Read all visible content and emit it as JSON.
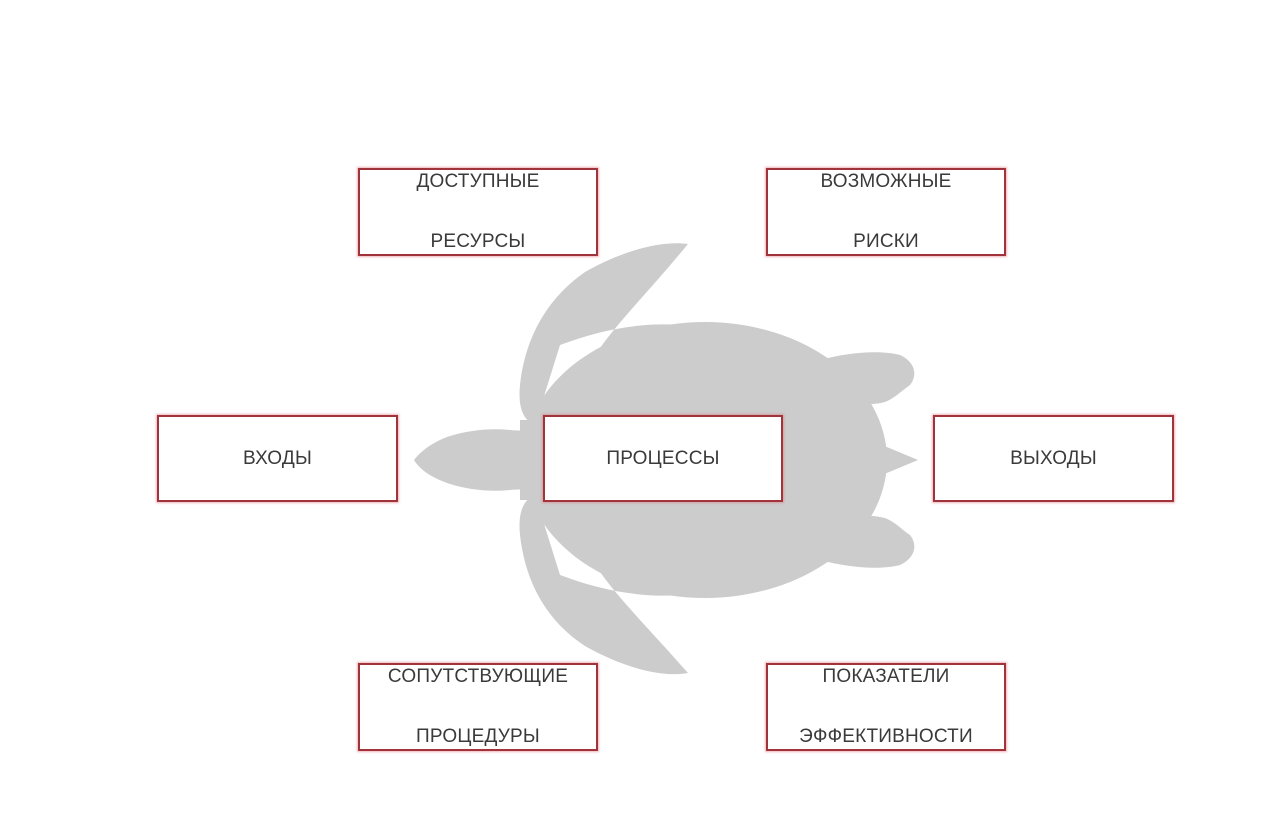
{
  "diagram": {
    "type": "turtle-diagram",
    "colors": {
      "background": "#ffffff",
      "turtle_fill": "#cccccc",
      "box_border": "#a0343a",
      "box_fill": "#ffffff",
      "text": "#3a3a3a"
    },
    "boxes": {
      "resources": {
        "line1": "ДОСТУПНЫЕ",
        "line2": "РЕСУРСЫ"
      },
      "risks": {
        "line1": "ВОЗМОЖНЫЕ",
        "line2": "РИСКИ"
      },
      "inputs": {
        "line1": "ВХОДЫ"
      },
      "processes": {
        "line1": "ПРОЦЕССЫ"
      },
      "outputs": {
        "line1": "ВЫХОДЫ"
      },
      "procedures": {
        "line1": "СОПУТСТВУЮЩИЕ",
        "line2": "ПРОЦЕДУРЫ"
      },
      "kpi": {
        "line1": "ПОКАЗАТЕЛИ",
        "line2": "ЭФФЕКТИВНОСТИ"
      }
    }
  }
}
